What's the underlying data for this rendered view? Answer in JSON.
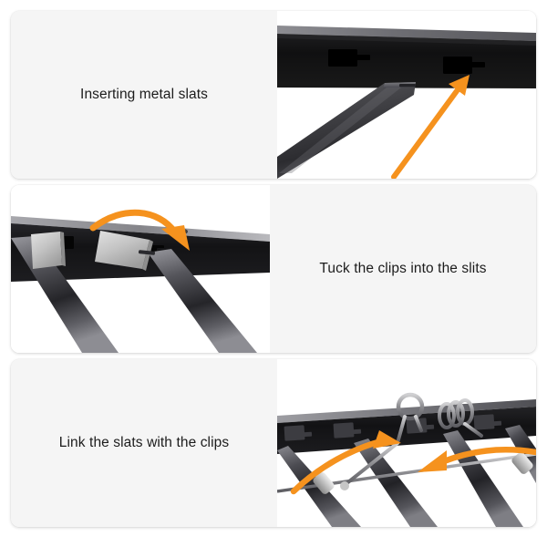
{
  "page": {
    "background_color": "#ffffff",
    "card_background_color": "#f5f5f5",
    "accent_color": "#f5921e",
    "text_color": "#1c1c1c",
    "layout": "three stacked instruction cards"
  },
  "panels": [
    {
      "index": 1,
      "caption": "Inserting metal slats",
      "photo_position": "right",
      "photo": {
        "alt": "Underside of a black bed frame rail with rectangular slits, a metal slat with a tab being inserted, orange straight arrow pointing up-right at the slit",
        "arrow_type": "straight",
        "arrow_color": "#f5921e",
        "frame_color": "#141414",
        "slat_color": "#4a4a4d"
      }
    },
    {
      "index": 2,
      "caption": "Tuck the clips into the slits",
      "photo_position": "left",
      "photo": {
        "alt": "Close-up of silver clips on metal slats being rotated into the slits of the black rail, orange curved arrow sweeping right and down",
        "arrow_type": "curved",
        "arrow_color": "#f5921e",
        "frame_color": "#1b1b1b",
        "clip_color": "#c9c9c9"
      }
    },
    {
      "index": 3,
      "caption": "Link the slats with the clips",
      "photo_position": "right",
      "photo": {
        "alt": "Assembled frame showing dark slat tubes linked to the rail with metal ring clips, two orange curved arrows indicating the linking motion",
        "arrow_type": "curved-double",
        "arrow_color": "#f5921e",
        "frame_color": "#17171a",
        "tube_color": "#3a3a3e",
        "ring_color": "#b8b8b8"
      }
    }
  ]
}
